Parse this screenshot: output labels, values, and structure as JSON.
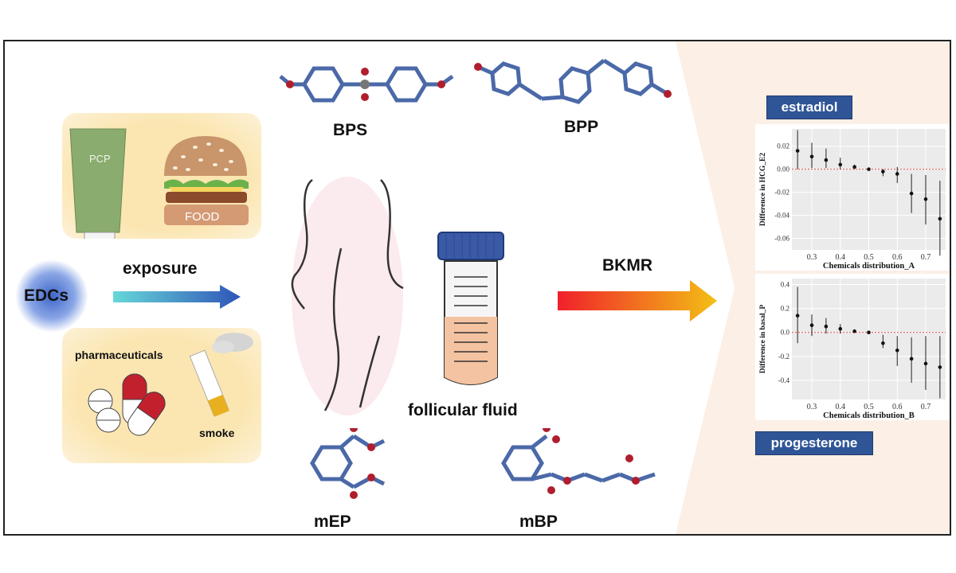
{
  "sources": {
    "pcp_label": "PCP",
    "food_label": "FOOD",
    "pharma_label": "pharmaceuticals",
    "smoke_label": "smoke"
  },
  "edcs_label": "EDCs",
  "exposure_label": "exposure",
  "chemicals": {
    "bps": "BPS",
    "bpp": "BPP",
    "mep": "mEP",
    "mbp": "mBP"
  },
  "follicular_label": "follicular fluid",
  "bkmr_label": "BKMR",
  "results": {
    "estradiol_label": "estradiol",
    "progesterone_label": "progesterone"
  },
  "chart_data": [
    {
      "type": "scatter",
      "title": "",
      "xlabel": "Chemicals distribution_A",
      "ylabel": "Difference in HCG_E2",
      "xlim": [
        0.23,
        0.77
      ],
      "ylim": [
        -0.07,
        0.035
      ],
      "xticks": [
        0.3,
        0.4,
        0.5,
        0.6,
        0.7
      ],
      "yticks": [
        0.02,
        0.0,
        -0.02,
        -0.04,
        -0.06
      ],
      "ytick_labels": [
        "0.02",
        "0.00",
        "-0.02",
        "-0.04",
        "-0.06"
      ],
      "reference_line": 0,
      "grid": true,
      "points": [
        {
          "x": 0.25,
          "y": 0.016,
          "lo": 0.0,
          "hi": 0.034
        },
        {
          "x": 0.3,
          "y": 0.011,
          "lo": 0.001,
          "hi": 0.023
        },
        {
          "x": 0.35,
          "y": 0.008,
          "lo": 0.001,
          "hi": 0.018
        },
        {
          "x": 0.4,
          "y": 0.004,
          "lo": 0.0,
          "hi": 0.01
        },
        {
          "x": 0.45,
          "y": 0.002,
          "lo": 0.0,
          "hi": 0.004
        },
        {
          "x": 0.5,
          "y": 0.0,
          "lo": 0.0,
          "hi": 0.0
        },
        {
          "x": 0.55,
          "y": -0.002,
          "lo": -0.006,
          "hi": 0.0
        },
        {
          "x": 0.6,
          "y": -0.004,
          "lo": -0.012,
          "hi": 0.002
        },
        {
          "x": 0.65,
          "y": -0.021,
          "lo": -0.038,
          "hi": -0.004
        },
        {
          "x": 0.7,
          "y": -0.026,
          "lo": -0.048,
          "hi": -0.005
        },
        {
          "x": 0.75,
          "y": -0.043,
          "lo": -0.075,
          "hi": -0.01
        }
      ]
    },
    {
      "type": "scatter",
      "title": "",
      "xlabel": "Chemicals distribution_B",
      "ylabel": "Difference in basal_P",
      "xlim": [
        0.23,
        0.77
      ],
      "ylim": [
        -0.56,
        0.45
      ],
      "xticks": [
        0.3,
        0.4,
        0.5,
        0.6,
        0.7
      ],
      "yticks": [
        0.4,
        0.2,
        0.0,
        -0.2,
        -0.4
      ],
      "ytick_labels": [
        "0.4",
        "0.2",
        "0.0",
        "-0.2",
        "-0.4"
      ],
      "reference_line": 0,
      "grid": true,
      "points": [
        {
          "x": 0.25,
          "y": 0.14,
          "lo": -0.09,
          "hi": 0.38
        },
        {
          "x": 0.3,
          "y": 0.06,
          "lo": -0.03,
          "hi": 0.15
        },
        {
          "x": 0.35,
          "y": 0.05,
          "lo": -0.01,
          "hi": 0.12
        },
        {
          "x": 0.4,
          "y": 0.03,
          "lo": -0.01,
          "hi": 0.07
        },
        {
          "x": 0.45,
          "y": 0.01,
          "lo": 0.0,
          "hi": 0.02
        },
        {
          "x": 0.5,
          "y": 0.0,
          "lo": 0.0,
          "hi": 0.0
        },
        {
          "x": 0.55,
          "y": -0.09,
          "lo": -0.13,
          "hi": -0.02
        },
        {
          "x": 0.6,
          "y": -0.15,
          "lo": -0.28,
          "hi": -0.03
        },
        {
          "x": 0.65,
          "y": -0.22,
          "lo": -0.42,
          "hi": -0.04
        },
        {
          "x": 0.7,
          "y": -0.26,
          "lo": -0.48,
          "hi": -0.03
        },
        {
          "x": 0.75,
          "y": -0.29,
          "lo": -0.55,
          "hi": -0.03
        }
      ]
    }
  ]
}
